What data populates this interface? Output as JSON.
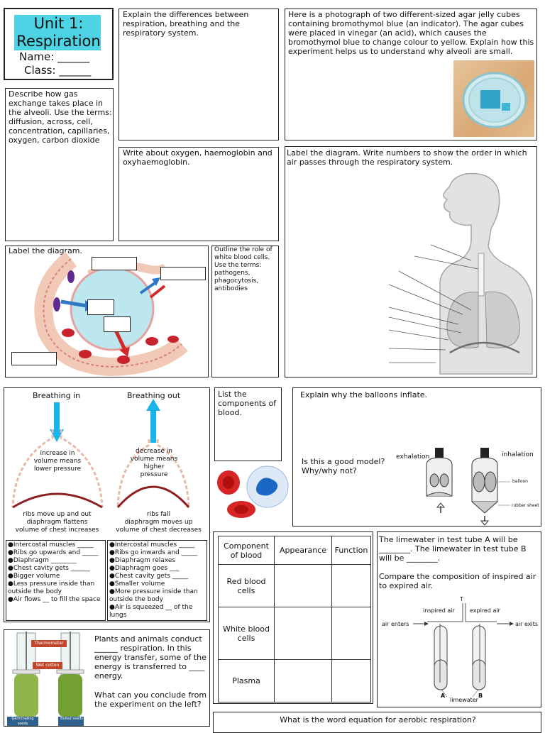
{
  "title": {
    "line1": "Unit 1:",
    "line2": "Respiration",
    "name": "Name: ______",
    "class": "Class: ______"
  },
  "differences": {
    "prompt": "Explain the differences between respiration, breathing and the respiratory system."
  },
  "agar": {
    "prompt": "Here is a photograph of two different-sized agar jelly cubes containing bromothymol blue (an indicator). The agar cubes were placed in vinegar (an acid), which causes the bromothymol blue to change colour to yellow. Explain how this experiment helps us to understand why alveoli are small."
  },
  "gas_exchange": {
    "prompt": "Describe how gas exchange takes place in the alveoli. Use the terms: diffusion, across, cell, concentration, capillaries, oxygen, carbon dioxide"
  },
  "haemoglobin": {
    "prompt": "Write about oxygen, haemoglobin and oxyhaemoglobin."
  },
  "resp_system": {
    "prompt": "Label the diagram. Write numbers to show the order in which air passes through the respiratory system."
  },
  "alveolus": {
    "prompt": "Label the diagram."
  },
  "wbc": {
    "prompt": "Outline the role of white blood cells. Use the terms: pathogens, phagocytosis, antibodies"
  },
  "breathing": {
    "in_title": "Breathing in",
    "out_title": "Breathing out",
    "in_note": [
      "increase in",
      "volume means",
      "lower pressure"
    ],
    "out_note": [
      "decrease in",
      "volume means",
      "higher",
      "pressure"
    ],
    "in_caption": [
      "ribs move up and out",
      "diaphragm flattens",
      "volume of chest increases"
    ],
    "out_caption": [
      "ribs fall",
      "diaphragm moves up",
      "volume of chest decreases"
    ],
    "in_bullets": [
      "●Intercostal muscles _____",
      "●Ribs go upwards and _____",
      "●Diaphragm ________",
      "●Chest cavity gets ______",
      "●Bigger volume",
      "●Less pressure inside than",
      "  outside the body",
      "●Air flows __ to fill the space"
    ],
    "out_bullets": [
      "●Intercostal muscles _____",
      "●Ribs go inwards and _____",
      "●Diaphragm relaxes",
      "●Diaphragm goes ___",
      "●Chest cavity gets _____",
      "●Smaller volume",
      "●More  pressure inside than",
      "  outside the body",
      "●Air is squeezed __ of the",
      "  lungs"
    ]
  },
  "components": {
    "prompt": "List the components of blood."
  },
  "balloons": {
    "prompt": "Explain why the balloons inflate.",
    "question": "Is this a good model? Why/why not?",
    "exhalation": "exhalation",
    "inhalation": "inhalation",
    "balloon": "balloon",
    "rubber_sheet": "rubber sheet"
  },
  "blood_table": {
    "headers": [
      "Component of blood",
      "Appearance",
      "Function"
    ],
    "rows": [
      "Red blood cells",
      "White blood cells",
      "Plasma"
    ]
  },
  "limewater": {
    "line1": "The limewater in test tube A will be ________. The limewater in test tube B will be ________.",
    "line2": "Compare the composition of inspired air to expired air.",
    "inspired": "inspired air",
    "expired": "expired air",
    "enters": "air enters",
    "exits": "air exits",
    "limewater": "limewater",
    "T": "T",
    "A": "A",
    "B": "B"
  },
  "plants": {
    "prompt1": "Plants and animals conduct ______ respiration. In this energy transfer, some of the energy is transferred to ____ energy.",
    "prompt2": "What can you conclude from the experiment on the left?",
    "thermometer": "Thermometer",
    "wet_cotton": "Wet cotton",
    "germinating": "Germinating seeds",
    "boiled": "Boiled seeds"
  },
  "equation": {
    "prompt": "What is the word equation for aerobic respiration?"
  }
}
